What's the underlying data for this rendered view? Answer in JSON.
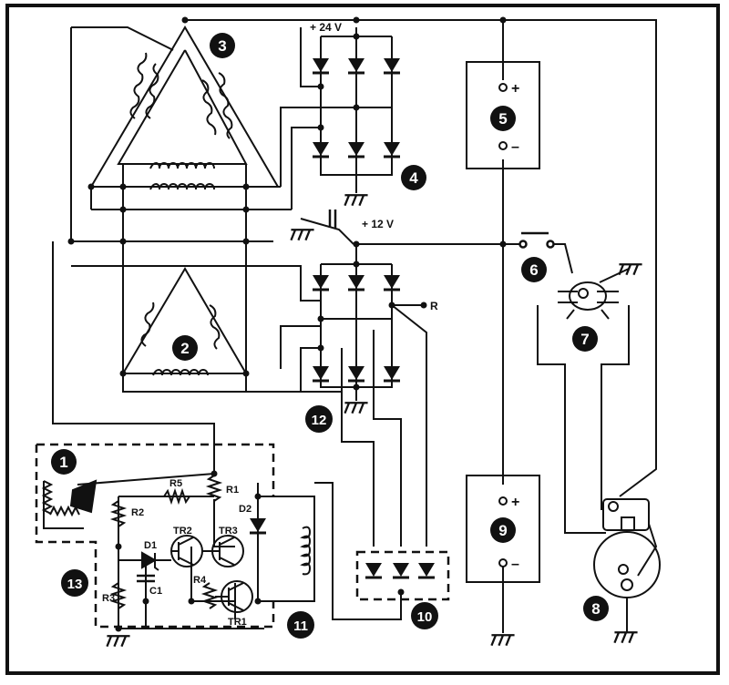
{
  "colors": {
    "ink": "#111111",
    "paper": "#ffffff",
    "badge": "#111111"
  },
  "labels": {
    "v24": "+ 24 V",
    "v12": "+ 12 V",
    "r_terminal": "R",
    "plus": "+",
    "minus": "–",
    "r1": "R1",
    "r2": "R2",
    "r3": "R3",
    "r4": "R4",
    "r5": "R5",
    "d1": "D1",
    "d2": "D2",
    "c1": "C1",
    "tr1": "TR1",
    "tr2": "TR2",
    "tr3": "TR3"
  },
  "badges": [
    "1",
    "2",
    "3",
    "4",
    "5",
    "6",
    "7",
    "8",
    "9",
    "10",
    "11",
    "12",
    "13"
  ]
}
